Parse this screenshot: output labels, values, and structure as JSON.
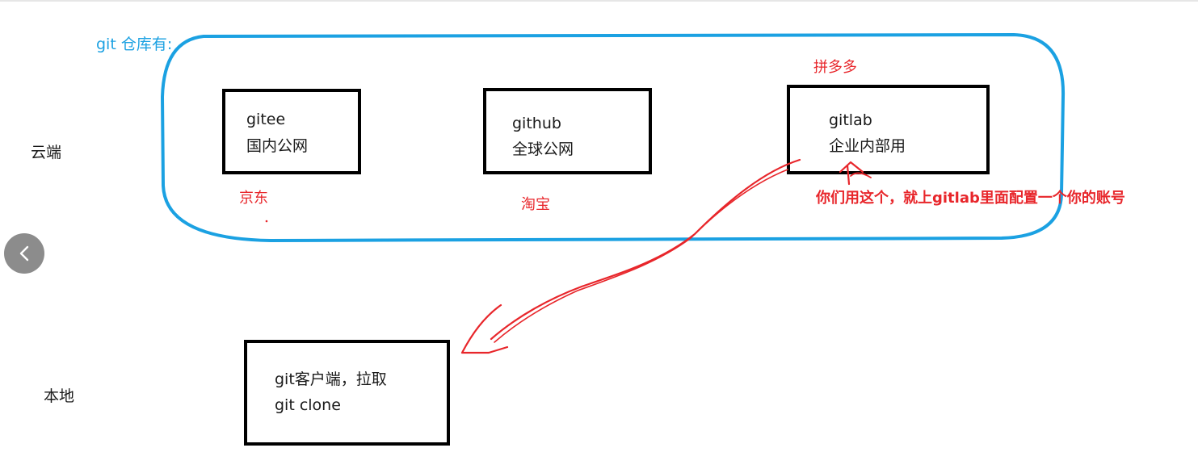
{
  "repo_heading": "git 仓库有:",
  "regions": {
    "cloud": "云端",
    "local": "本地"
  },
  "repos": [
    {
      "name": "gitee",
      "desc": "国内公网",
      "company": "京东"
    },
    {
      "name": "github",
      "desc": "全球公网",
      "company": "淘宝"
    },
    {
      "name": "gitlab",
      "desc": "企业内部用",
      "company": "拼多多"
    }
  ],
  "client": {
    "line1": "git客户端，拉取",
    "line2": "git clone"
  },
  "annotation": "你们用这个，就上gitlab里面配置一个你的账号",
  "colors": {
    "outline": "#1ba1e2",
    "box": "#000000",
    "annotation": "#e8262b",
    "nav_button": "#8c8c8c"
  },
  "icons": {
    "nav_prev": "chevron-left-icon"
  }
}
